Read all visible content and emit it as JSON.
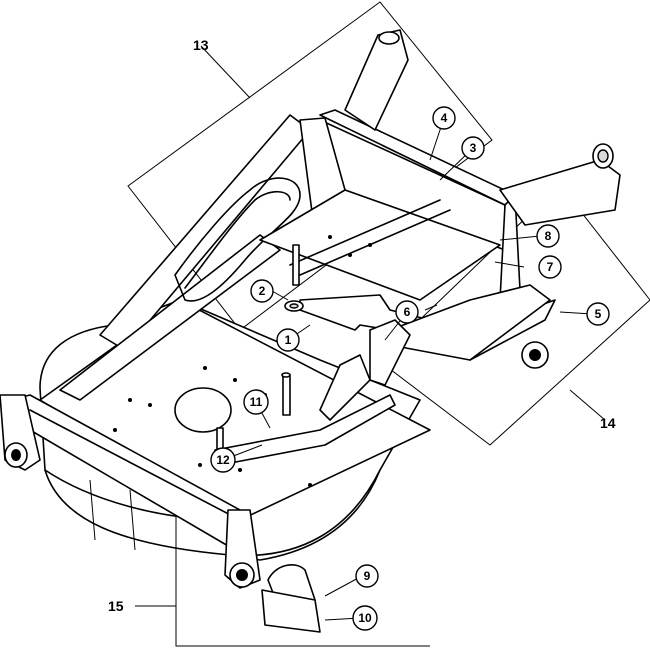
{
  "callouts": [
    {
      "id": "c1",
      "label": "1"
    },
    {
      "id": "c2",
      "label": "2"
    },
    {
      "id": "c3",
      "label": "3"
    },
    {
      "id": "c4",
      "label": "4"
    },
    {
      "id": "c5",
      "label": "5"
    },
    {
      "id": "c6a",
      "label": "6"
    },
    {
      "id": "c6b",
      "label": "6"
    },
    {
      "id": "c7",
      "label": "7"
    },
    {
      "id": "c8",
      "label": "8"
    },
    {
      "id": "c9",
      "label": "9"
    },
    {
      "id": "c10",
      "label": "10"
    },
    {
      "id": "c11",
      "label": "11"
    },
    {
      "id": "c12",
      "label": "12"
    }
  ],
  "groups": [
    {
      "id": "g13",
      "label": "13"
    },
    {
      "id": "g14",
      "label": "14"
    },
    {
      "id": "g15",
      "label": "15"
    }
  ]
}
